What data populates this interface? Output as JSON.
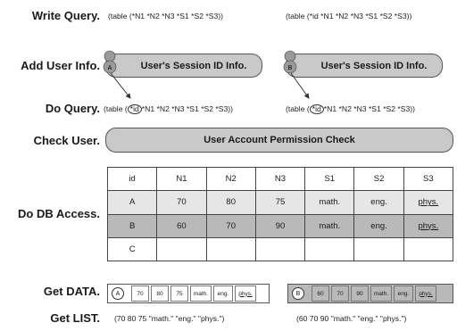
{
  "labels": {
    "write_query": "Write Query.",
    "add_user_info": "Add User Info.",
    "do_query": "Do Query.",
    "check_user": "Check User.",
    "do_db_access": "Do DB Access.",
    "get_data": "Get DATA.",
    "get_list": "Get LIST."
  },
  "write_query": {
    "left": "(table (*N1 *N2 *N3 *S1 *S2 *S3))",
    "right": "(table (*id *N1 *N2 *N3 *S1 *S2 *S3))"
  },
  "session": {
    "left": {
      "badge": "A",
      "text": "User's Session ID Info."
    },
    "right": {
      "badge": "B",
      "text": "User's Session ID Info."
    }
  },
  "do_query": {
    "left_prefix": "(table (",
    "left_id": "*id",
    "left_rest": "*N1 *N2 *N3 *S1 *S2 *S3))",
    "right_prefix": "(table (",
    "right_id": "*id",
    "right_rest": "*N1 *N2 *N3 *S1 *S2 *S3))"
  },
  "check_user": "User Account Permission Check",
  "db": {
    "headers": [
      "id",
      "N1",
      "N2",
      "N3",
      "S1",
      "S2",
      "S3"
    ],
    "rows": [
      [
        "A",
        "70",
        "80",
        "75",
        "math.",
        "eng.",
        "phys."
      ],
      [
        "B",
        "60",
        "70",
        "90",
        "math.",
        "eng.",
        "phys."
      ],
      [
        "C",
        "",
        "",
        "",
        "",
        "",
        ""
      ]
    ]
  },
  "get_data": {
    "left": {
      "badge": "A",
      "cells": [
        "70",
        "80",
        "75",
        "math.",
        "eng.",
        "phys."
      ]
    },
    "right": {
      "badge": "B",
      "cells": [
        "60",
        "70",
        "90",
        "math.",
        "eng.",
        "phys."
      ]
    }
  },
  "get_list": {
    "left": "(70 80 75 \"math.\" \"eng.\" \"phys.\")",
    "right": "(60 70 90 \"math.\" \"eng.\" \"phys.\")"
  },
  "colors": {
    "pill": "#c9c9c9",
    "row_a": "#e6e6e6",
    "row_b": "#b9b9b9"
  }
}
